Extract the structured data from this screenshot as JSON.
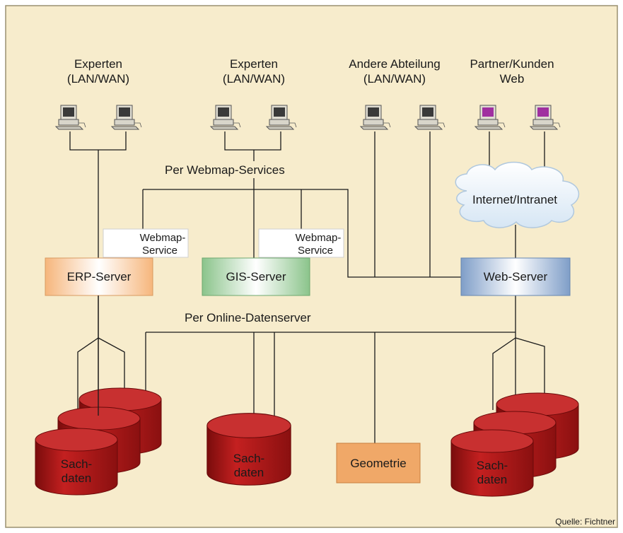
{
  "groups": [
    {
      "line1": "Experten",
      "line2": "(LAN/WAN)"
    },
    {
      "line1": "Experten",
      "line2": "(LAN/WAN)"
    },
    {
      "line1": "Andere Abteilung",
      "line2": "(LAN/WAN)"
    },
    {
      "line1": "Partner/Kunden",
      "line2": "Web"
    }
  ],
  "labels": {
    "webmap_services": "Per Webmap-Services",
    "online_datenserver": "Per Online-Datenserver",
    "internet": "Internet/Intranet",
    "source": "Quelle: Fichtner"
  },
  "servers": {
    "erp": "ERP-Server",
    "gis": "GIS-Server",
    "web": "Web-Server"
  },
  "webmap_service": {
    "line1": "Webmap-",
    "line2": "Service"
  },
  "databases": {
    "left": {
      "line1": "Sach-",
      "line2": "daten"
    },
    "center": {
      "line1": "Sach-",
      "line2": "daten"
    },
    "right": {
      "line1": "Sach-",
      "line2": "daten"
    }
  },
  "geometrie": "Geometrie",
  "colors": {
    "background": "#f7eccc",
    "frame": "#9a9070",
    "database": "#b01818",
    "screen_standard": "#3a3a3a",
    "screen_partner": "#a030a0",
    "erp_accent": "#f6b67c",
    "gis_accent": "#8bc48b",
    "web_accent": "#7f9ec8",
    "geometrie_box": "#f0a868"
  }
}
